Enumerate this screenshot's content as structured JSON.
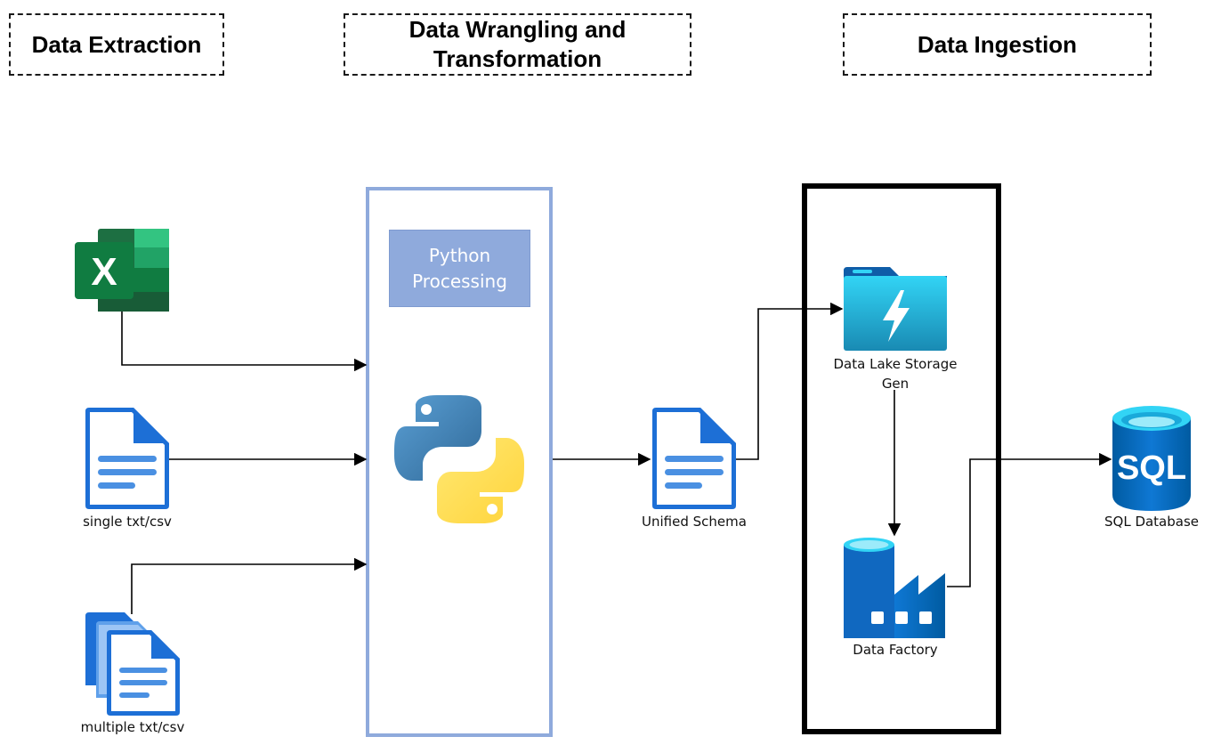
{
  "stages": {
    "extraction": "Data Extraction",
    "wrangling": "Data Wrangling and Transformation",
    "ingestion": "Data Ingestion"
  },
  "nodes": {
    "single_file": "single txt/csv",
    "multiple_files": "multiple txt/csv",
    "python_processing": "Python Processing",
    "unified_schema": "Unified Schema",
    "data_lake": "Data Lake Storage Gen",
    "data_factory": "Data Factory",
    "sql_database": "SQL Database",
    "sql_icon_text": "SQL",
    "excel_icon_text": "X"
  },
  "icons": {
    "excel": "excel-icon",
    "single_file": "document-icon",
    "multiple_files": "documents-stack-icon",
    "python": "python-logo-icon",
    "unified_schema": "document-icon",
    "data_lake": "data-lake-storage-icon",
    "data_factory": "data-factory-icon",
    "sql_database": "sql-database-icon"
  },
  "colors": {
    "python_panel_border": "#8faadc",
    "python_processing_fill": "#8faadc",
    "doc_blue": "#1d6fd6",
    "doc_light": "#6aa7ee",
    "excel_green": "#1d6f42",
    "python_blue": "#366f9e",
    "python_yellow": "#fdd646",
    "azure_blue": "#0f72c8",
    "azure_cyan": "#35d3f4"
  }
}
